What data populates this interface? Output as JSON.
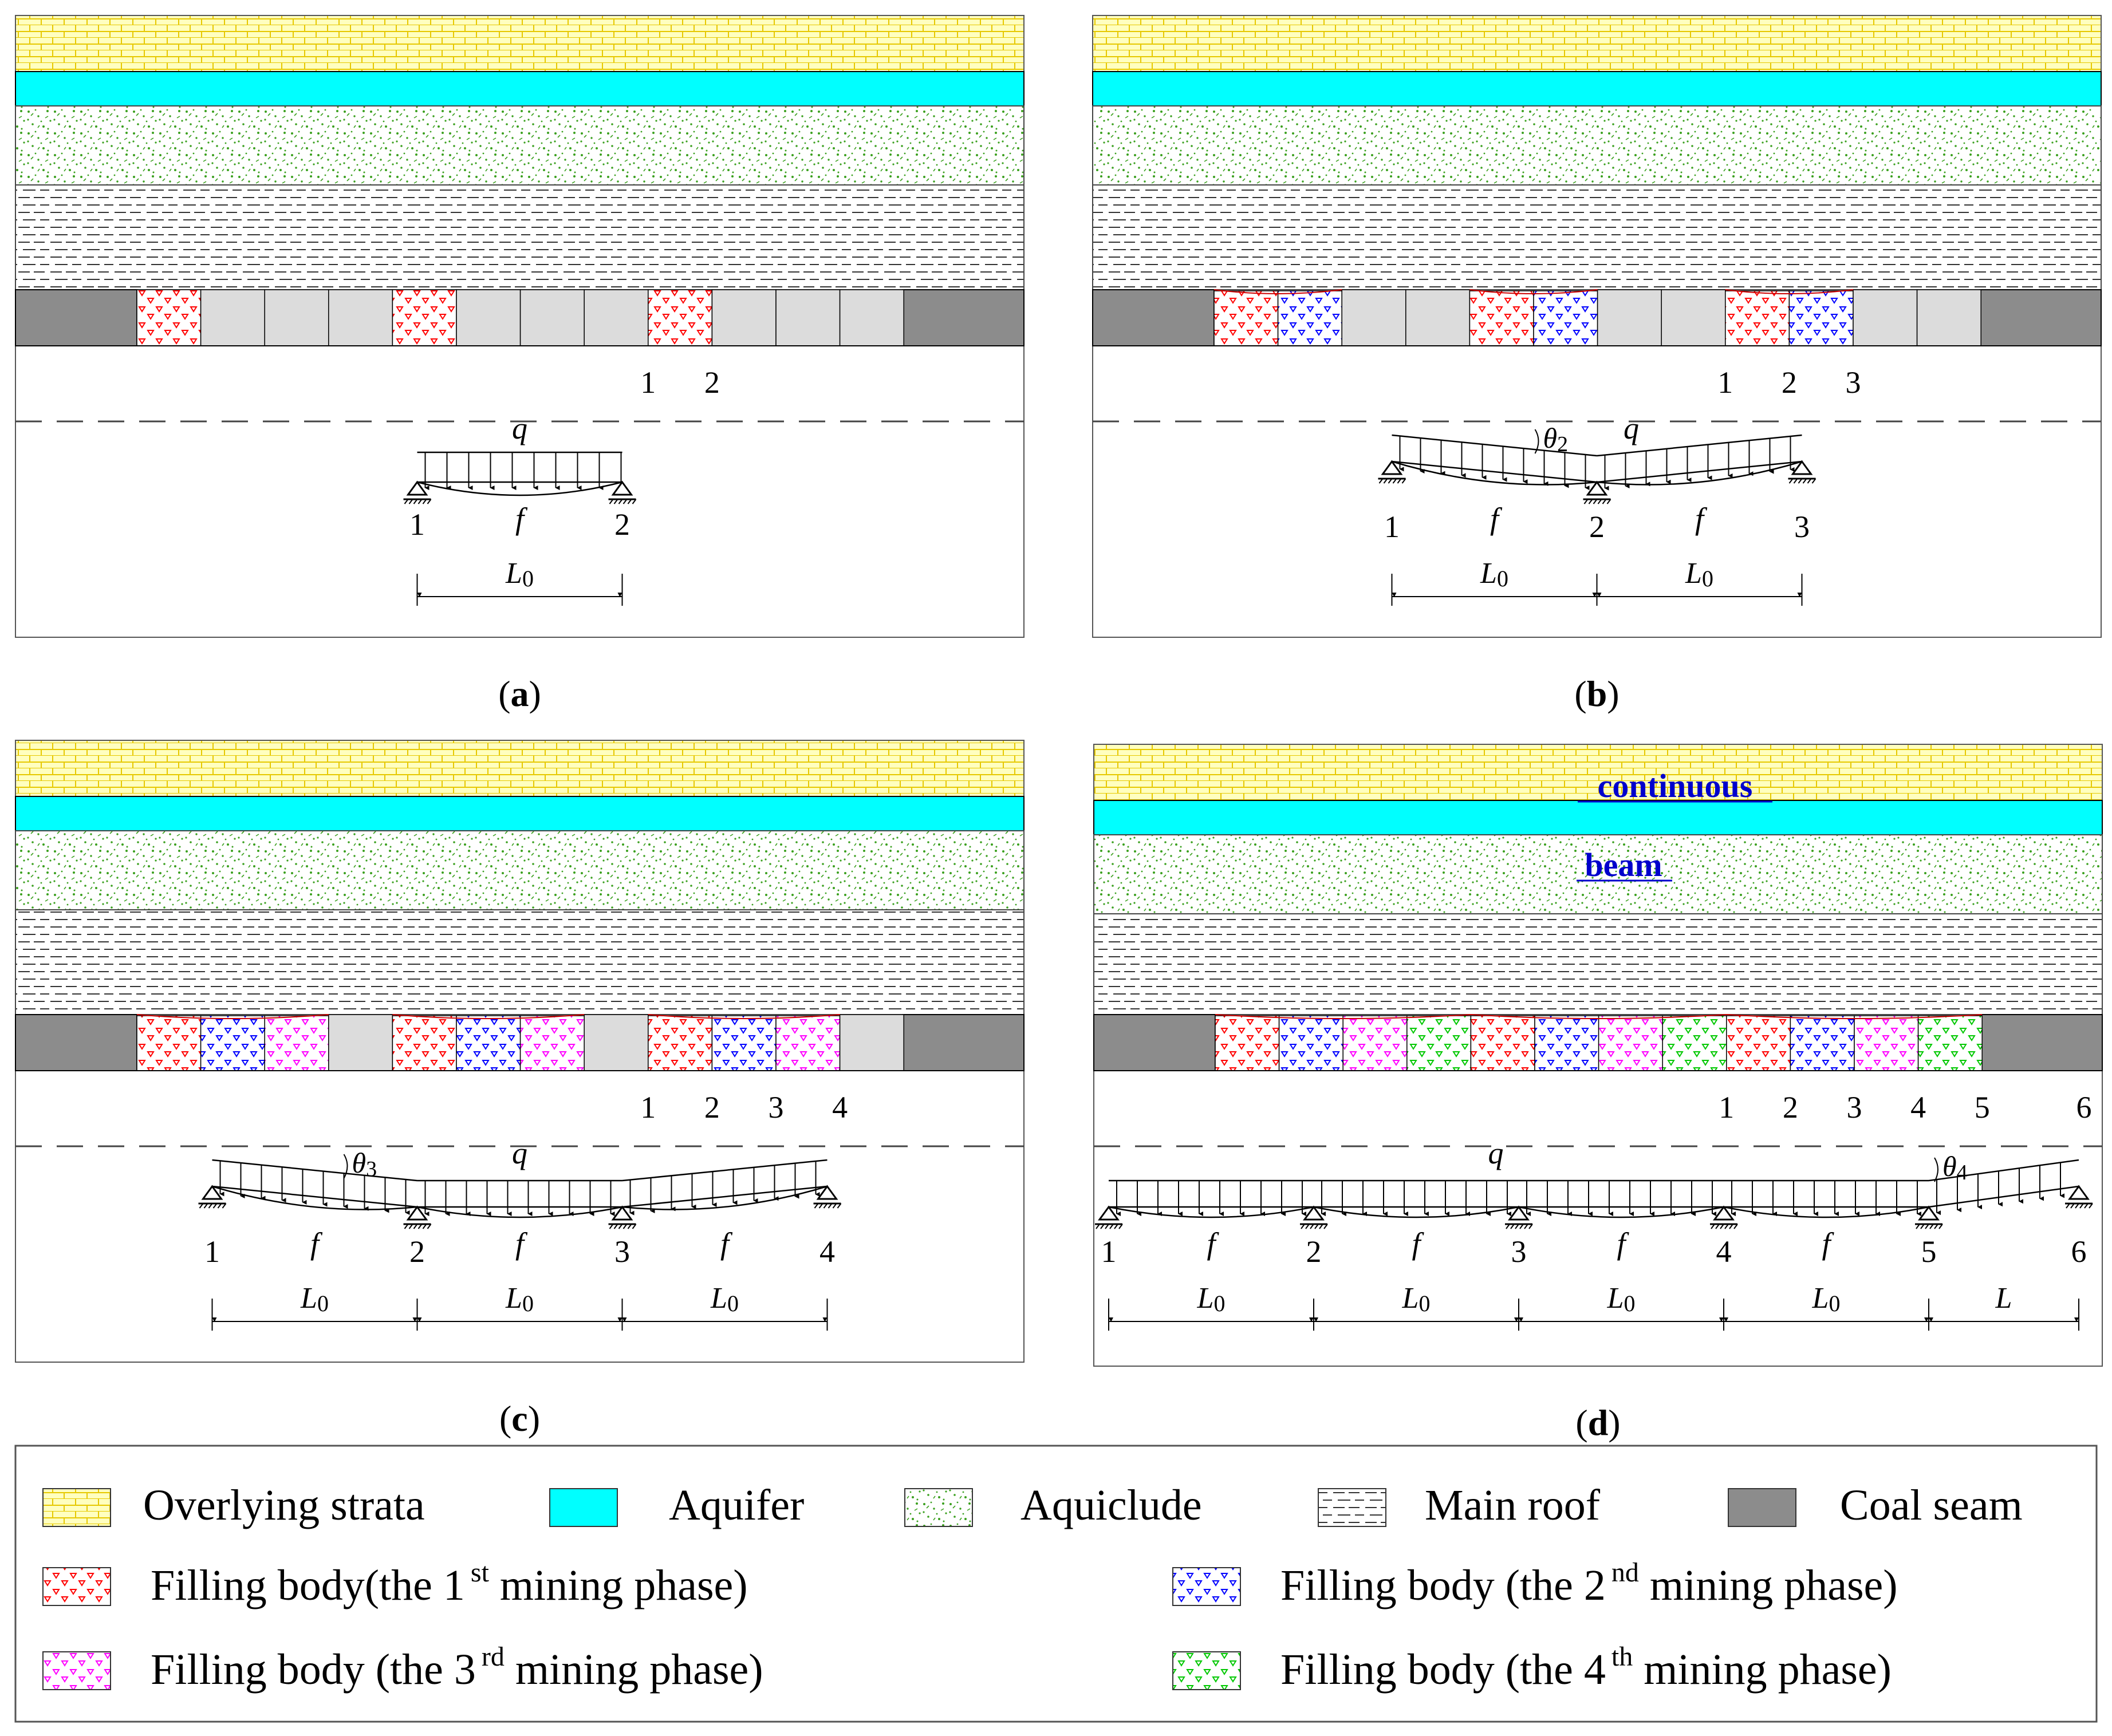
{
  "colors": {
    "overlying_fill": "#ffffbf",
    "overlying_line": "#e6c800",
    "aquifer": "#00ffff",
    "aquiclude_dot": "#3aa01e",
    "main_roof_line": "#333333",
    "coal_seam": "#8c8c8c",
    "mined_cell": "#dcdcdc",
    "phase1": "#ff0000",
    "phase2": "#0000ff",
    "phase3": "#ff00ff",
    "phase4": "#00c800",
    "link_text": "#0000cc"
  },
  "panels": [
    {
      "id": "a",
      "caption": "(a)",
      "support_numbers": [
        "1",
        "2"
      ],
      "beam": {
        "load_label": "q",
        "deflection_labels": [
          "f"
        ],
        "support_labels": [
          "1",
          "2"
        ],
        "span_labels": [
          "L0"
        ]
      }
    },
    {
      "id": "b",
      "caption": "(b)",
      "support_numbers": [
        "1",
        "2",
        "3"
      ],
      "beam": {
        "load_label": "q",
        "angle_label": "θ2",
        "deflection_labels": [
          "f",
          "f"
        ],
        "support_labels": [
          "1",
          "2",
          "3"
        ],
        "span_labels": [
          "L0",
          "L0"
        ]
      }
    },
    {
      "id": "c",
      "caption": "(c)",
      "support_numbers": [
        "1",
        "2",
        "3",
        "4"
      ],
      "beam": {
        "load_label": "q",
        "angle_label": "θ3",
        "deflection_labels": [
          "f",
          "f",
          "f"
        ],
        "support_labels": [
          "1",
          "2",
          "3",
          "4"
        ],
        "span_labels": [
          "L0",
          "L0",
          "L0"
        ]
      }
    },
    {
      "id": "d",
      "caption": "(d)",
      "overlay_words": [
        "continuous",
        "beam"
      ],
      "support_numbers": [
        "1",
        "2",
        "3",
        "4",
        "5",
        "6"
      ],
      "beam": {
        "load_label": "q",
        "angle_label": "θ4",
        "deflection_labels": [
          "f",
          "f",
          "f",
          "f"
        ],
        "support_labels": [
          "1",
          "2",
          "3",
          "4",
          "5",
          "6"
        ],
        "span_labels": [
          "L0",
          "L0",
          "L0",
          "L0",
          "L"
        ]
      }
    }
  ],
  "legend": {
    "overlying": "Overlying strata",
    "aquifer": "Aquifer",
    "aquiclude": "Aquiclude",
    "main_roof": "Main roof",
    "coal_seam": "Coal seam",
    "phase1": {
      "pre": "Filling body(the 1",
      "sup": "st",
      "post": " mining phase)"
    },
    "phase2": {
      "pre": "Filling body (the 2",
      "sup": "nd",
      "post": " mining phase)"
    },
    "phase3": {
      "pre": "Filling body (the 3",
      "sup": "rd",
      "post": " mining phase)"
    },
    "phase4": {
      "pre": "Filling body (the 4",
      "sup": "th",
      "post": " mining phase)"
    }
  }
}
